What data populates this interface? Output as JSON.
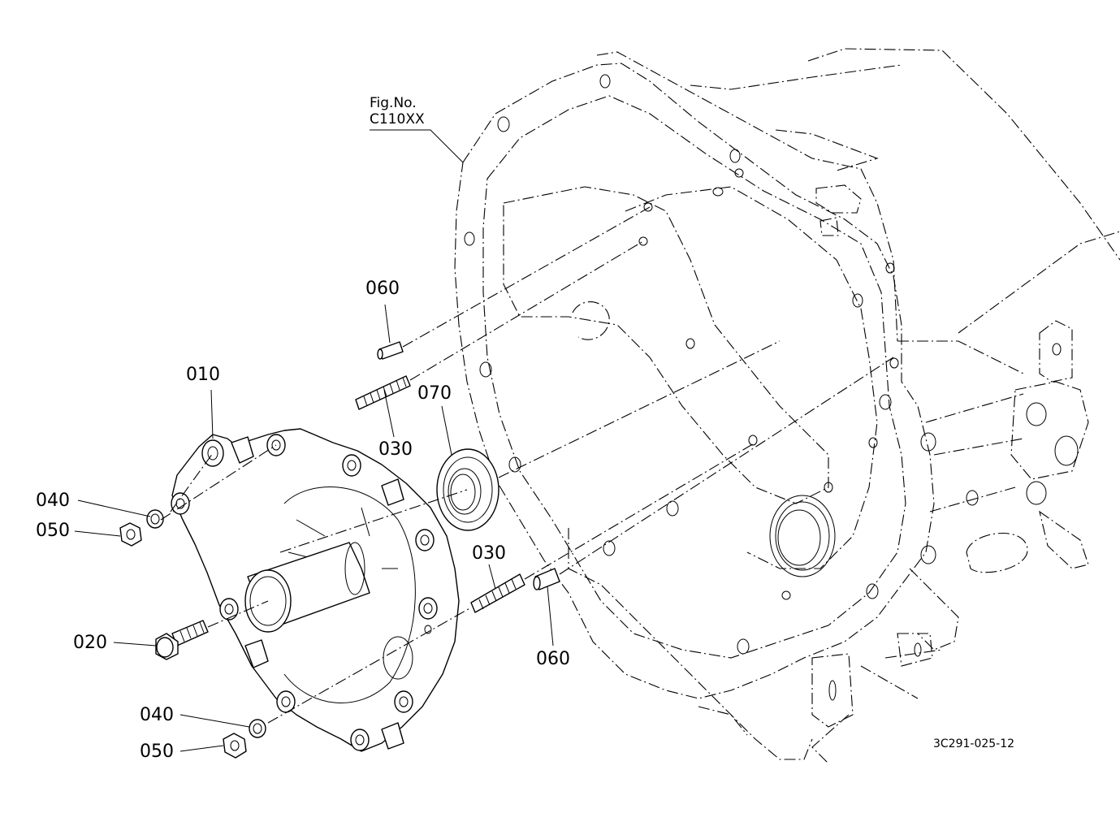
{
  "figure_ref": {
    "line1": "Fig.No.",
    "line2": "C110XX"
  },
  "drawing_id": "3C291-025-12",
  "labels": {
    "p010": "010",
    "p020": "020",
    "p030_top": "030",
    "p030_mid": "030",
    "p040_top": "040",
    "p040_bottom": "040",
    "p050_top": "050",
    "p050_bottom": "050",
    "p060_top": "060",
    "p060_bottom": "060",
    "p070": "070"
  }
}
